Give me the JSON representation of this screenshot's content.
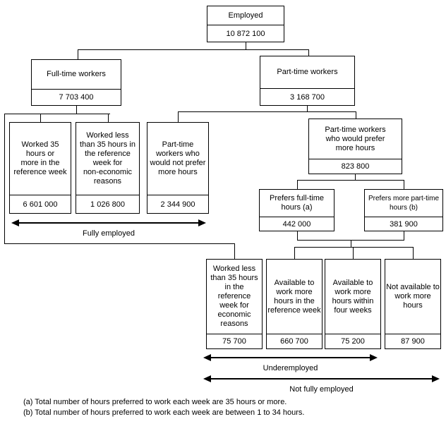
{
  "diagram": {
    "nodes": {
      "employed": {
        "label": "Employed",
        "value": "10 872 100"
      },
      "fulltime": {
        "label": "Full-time workers",
        "value": "7 703 400"
      },
      "parttime": {
        "label": "Part-time workers",
        "value": "3 168 700"
      },
      "worked35": {
        "label": "Worked 35\nhours or\nmore in the\nreference week",
        "value": "6 601 000"
      },
      "worked_less_noneco": {
        "label": "Worked less\nthan 35 hours in\nthe reference\nweek for\nnon-economic\nreasons",
        "value": "1 026 800"
      },
      "pt_not_prefer": {
        "label": "Part-time\nworkers who\nwould not prefer\nmore hours",
        "value": "2 344 900"
      },
      "pt_prefer": {
        "label": "Part-time workers\nwho would prefer\nmore hours",
        "value": "823 800"
      },
      "prefers_ft": {
        "label": "Prefers full-time\nhours (a)",
        "value": "442 000"
      },
      "prefers_pt": {
        "label": "Prefers more part-time\nhours (b)",
        "value": "381 900"
      },
      "worked_less_eco": {
        "label": "Worked less\nthan 35 hours\nin the\nreference\nweek for\neconomic\nreasons",
        "value": "75 700"
      },
      "avail_ref_week": {
        "label": "Available to\nwork more\nhours in the\nreference week",
        "value": "660 700"
      },
      "avail_four_weeks": {
        "label": "Available to\nwork more\nhours within\nfour weeks",
        "value": "75 200"
      },
      "not_avail": {
        "label": "Not available to\nwork more\nhours",
        "value": "87 900"
      }
    },
    "spans": {
      "fully_employed": "Fully employed",
      "underemployed": "Underemployed",
      "not_fully_employed": "Not fully employed"
    },
    "footnotes": {
      "a": "(a) Total number of hours preferred to work each week are 35 hours or more.",
      "b": "(b) Total number of hours preferred to work each week are between 1 to 34 hours."
    }
  }
}
